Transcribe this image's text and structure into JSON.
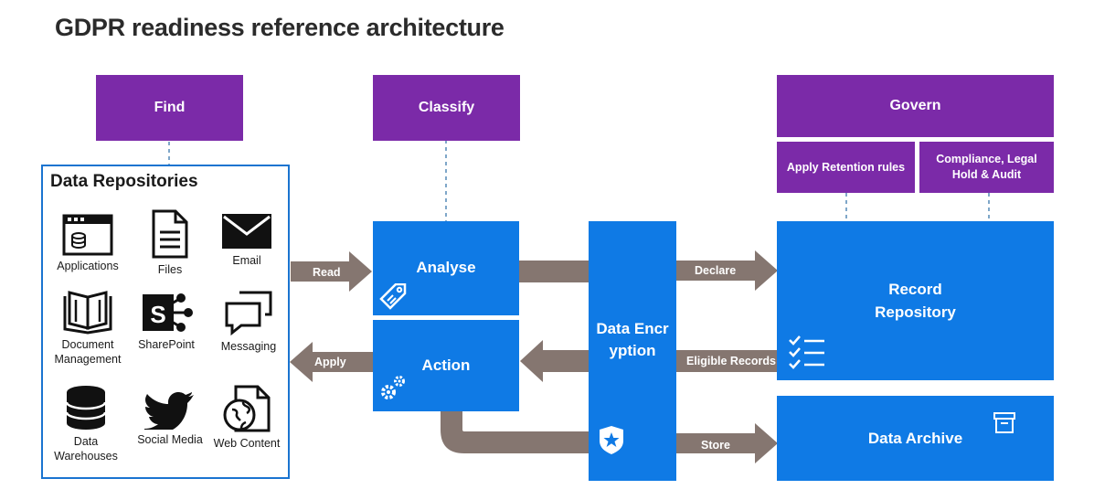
{
  "title": "GDPR readiness reference architecture",
  "stages": {
    "find": "Find",
    "classify": "Classify",
    "govern": "Govern",
    "apply_retention": "Apply Retention rules",
    "compliance": "Compliance,  Legal Hold & Audit"
  },
  "repositories": {
    "title": "Data Repositories",
    "items": [
      {
        "label": "Applications",
        "icon": "applications-icon"
      },
      {
        "label": "Files",
        "icon": "file-icon"
      },
      {
        "label": "Email",
        "icon": "email-icon"
      },
      {
        "label": "Document Management",
        "icon": "book-icon"
      },
      {
        "label": "SharePoint",
        "icon": "sharepoint-icon"
      },
      {
        "label": "Messaging",
        "icon": "chat-icon"
      },
      {
        "label": "Data Warehouses",
        "icon": "database-icon"
      },
      {
        "label": "Social Media",
        "icon": "bird-icon"
      },
      {
        "label": "Web Content",
        "icon": "web-document-icon"
      }
    ]
  },
  "boxes": {
    "analyse": "Analyse",
    "action": "Action",
    "encryption": "Data Encryption",
    "record_repository": "Record Repository",
    "data_archive": "Data Archive"
  },
  "arrows": {
    "read": "Read",
    "apply": "Apply",
    "declare": "Declare",
    "eligible": "Eligible Records",
    "store": "Store"
  },
  "colors": {
    "purple": "#7b2aa8",
    "blue": "#0f7ae5",
    "arrow": "#857670",
    "border": "#1a74d0"
  }
}
